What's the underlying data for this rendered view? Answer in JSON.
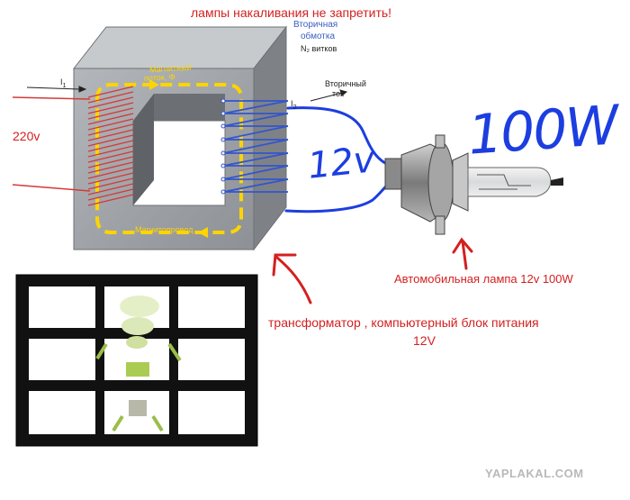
{
  "title": "лампы накаливания  не запретить!",
  "primary_voltage": "220v",
  "primary_current": "I",
  "primary_current_sub": "1",
  "secondary_current": "I",
  "secondary_current_sub": "2",
  "secondary_winding": {
    "line1": "Вторичная",
    "line2": "обмотка",
    "line3": "N₂ витков"
  },
  "secondary_current_label": {
    "line1": "Вторичный",
    "line2": "ток"
  },
  "magnetic_flux": {
    "line1": "Магнитный",
    "line2": "поток, Φ"
  },
  "magnetic_core": "Магнитопровод",
  "handwritten_voltage": "12v",
  "handwritten_power": "100W",
  "lamp_label": "Автомобильная лампа  12v 100W",
  "transformer_label": {
    "line1": "трансформатор , компьютерный блок питания",
    "line2": "12V"
  },
  "watermark": "YAPLAKAL.COM",
  "colors": {
    "annotation_red": "#d42020",
    "handwriting_blue": "#1c3ee0",
    "primary_winding": "#d43a3a",
    "secondary_winding": "#3355cc",
    "flux_arrows": "#ffd400",
    "core_gray": "#9a9ea3"
  }
}
